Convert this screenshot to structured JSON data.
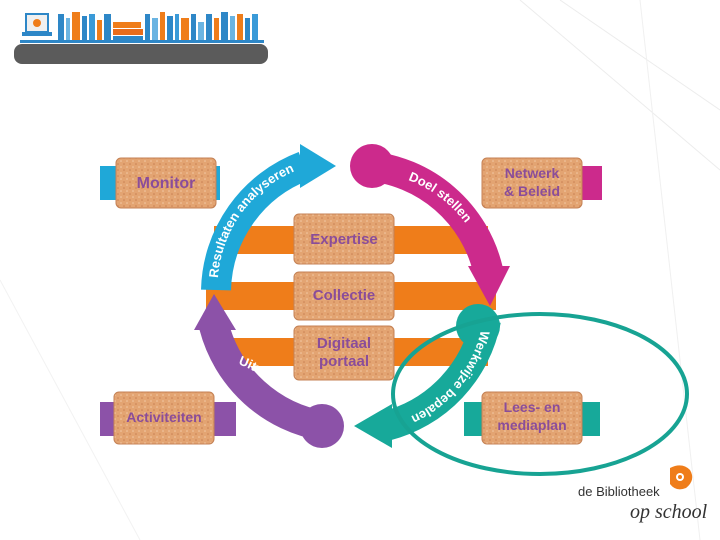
{
  "diagram": {
    "bricks": {
      "monitor": "Monitor",
      "netwerk_line1": "Netwerk",
      "netwerk_line2": "& Beleid",
      "expertise": "Expertise",
      "collectie": "Collectie",
      "digitaal_line1": "Digitaal",
      "digitaal_line2": "portaal",
      "activiteiten": "Activiteiten",
      "lees_line1": "Lees- en",
      "lees_line2": "mediaplan"
    },
    "arrows": {
      "resultaten": "Resultaten analyseren",
      "doel": "Doel stellen",
      "werkwijze": "Werkwijze bepalen",
      "uitvoeren": "Uitvoeren"
    },
    "colors": {
      "blue": "#1fa8d8",
      "magenta": "#cc2a8c",
      "teal": "#17a99a",
      "purple": "#8c52a8",
      "orange": "#ef7d1a",
      "brick": "#e0a070",
      "highlight": "#17a393"
    }
  },
  "logo": {
    "line1": "de Bibliotheek",
    "line2": "op school"
  }
}
